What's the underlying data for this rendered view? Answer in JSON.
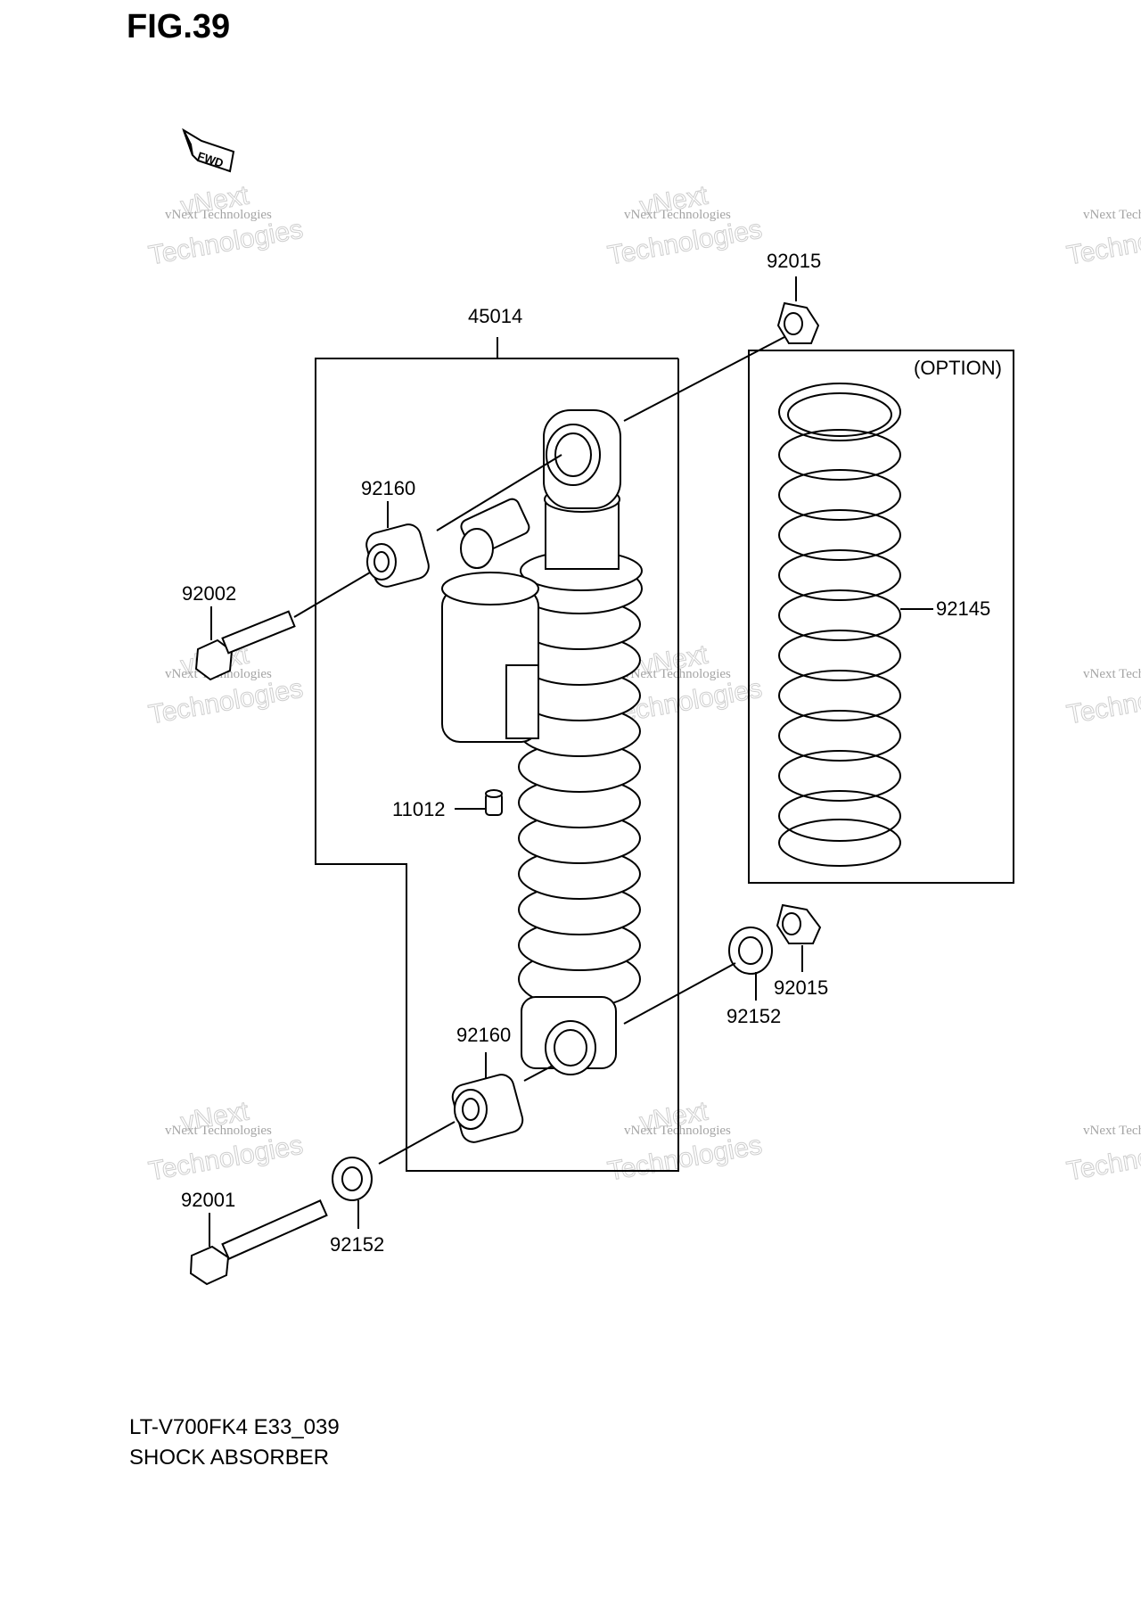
{
  "figure": {
    "title": "FIG.39",
    "fwd_label": "FWD"
  },
  "parts": {
    "p45014": "45014",
    "p92015_top": "92015",
    "p92015_bottom": "92015",
    "p92160_top": "92160",
    "p92160_bottom": "92160",
    "p92002": "92002",
    "p92001": "92001",
    "p11012": "11012",
    "p92145": "92145",
    "p92152_right": "92152",
    "p92152_left": "92152"
  },
  "option_label": "(OPTION)",
  "watermark": {
    "line1": "vNext Technologies",
    "line2": "Technologies",
    "line3": "vNext"
  },
  "footer": {
    "model_code": "LT-V700FK4 E33_039",
    "section": "SHOCK ABSORBER"
  }
}
